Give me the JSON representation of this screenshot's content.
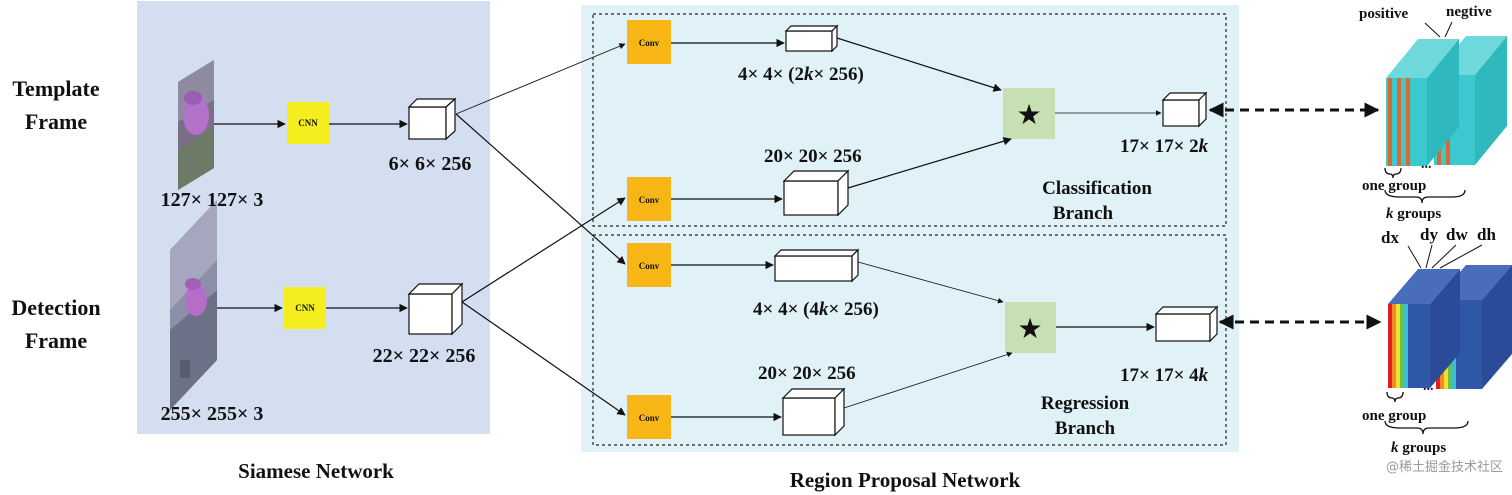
{
  "siamese": {
    "label_template_1": "Template",
    "label_template_2": "Frame",
    "label_detection_1": "Detection",
    "label_detection_2": "Frame",
    "template_size": "127× 127× 3",
    "detection_size": "255× 255× 3",
    "cnn": "CNN",
    "template_feat": "6× 6× 256",
    "detection_feat": "22× 22× 256",
    "title": "Siamese Network"
  },
  "rpn": {
    "conv": "Conv",
    "cls_kernel_pre": "4× 4× (2",
    "cls_kernel_k": "k",
    "cls_kernel_post": "× 256)",
    "cls_search": "20× 20× 256",
    "cls_out_pre": "17× 17× 2",
    "cls_out_k": "k",
    "cls_branch_1": "Classification",
    "cls_branch_2": "Branch",
    "reg_kernel_pre": "4× 4× (4",
    "reg_kernel_k": "k",
    "reg_kernel_post": "× 256)",
    "reg_search": "20× 20× 256",
    "reg_out_pre": "17× 17× 4",
    "reg_out_k": "k",
    "reg_branch_1": "Regression",
    "reg_branch_2": "Branch",
    "star": "★",
    "title": "Region Proposal Network"
  },
  "output": {
    "positive": "positive",
    "negative": "negtive",
    "one_group": "one group",
    "k_groups_k": "k",
    "k_groups_rest": " groups",
    "dots": "...",
    "dx": "dx",
    "dy": "dy",
    "dw": "dw",
    "dh": "dh"
  },
  "watermark": "@稀土掘金技术社区",
  "colors": {
    "siamese_bg": "#d3def0",
    "rpn_bg": "#e0f1f7",
    "conv": "#f8b616",
    "cnn": "#f4ee1f",
    "star_box": "#c6e0b4",
    "cls_cyan": "#3bc9cf",
    "cls_orange": "#d9692e",
    "reg_blue": "#2e57a8"
  }
}
